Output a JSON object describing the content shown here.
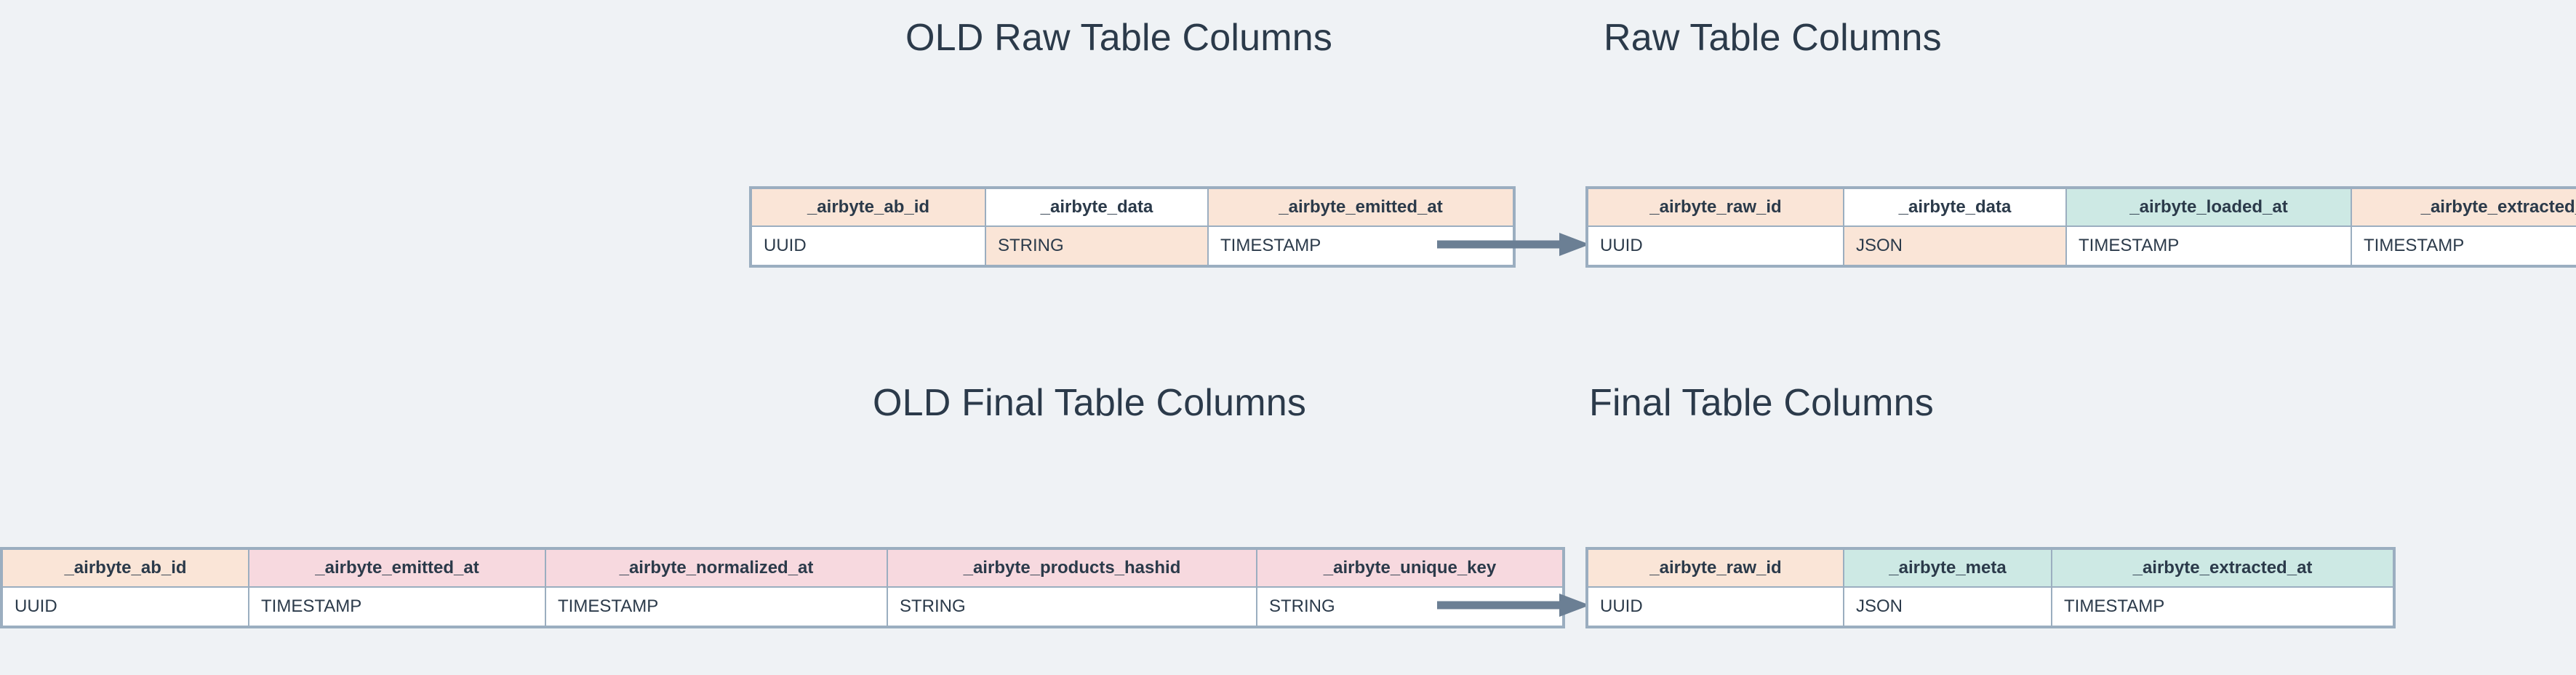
{
  "page": {
    "background_color": "#eff2f5",
    "text_color": "#2b3a4a"
  },
  "palette": {
    "peach": "#fae5d7",
    "teal": "#cde9e4",
    "pink": "#f7d9df",
    "white": "#ffffff",
    "border": "#9baec0",
    "arrow": "#6b7f94"
  },
  "sections": {
    "raw": {
      "old_title": "OLD Raw Table Columns",
      "new_title": "Raw Table Columns",
      "arrow_icon": "arrow-right-icon",
      "old_table": {
        "columns": [
          "_airbyte_ab_id",
          "_airbyte_data",
          "_airbyte_emitted_at"
        ],
        "types": [
          "UUID",
          "STRING",
          "TIMESTAMP"
        ],
        "header_colors": [
          "peach",
          "white",
          "peach"
        ],
        "type_colors": [
          "white",
          "peach",
          "white"
        ]
      },
      "new_table": {
        "columns": [
          "_airbyte_raw_id",
          "_airbyte_data",
          "_airbyte_loaded_at",
          "_airbyte_extracted_at"
        ],
        "types": [
          "UUID",
          "JSON",
          "TIMESTAMP",
          "TIMESTAMP"
        ],
        "header_colors": [
          "peach",
          "white",
          "teal",
          "peach"
        ],
        "type_colors": [
          "white",
          "peach",
          "white",
          "white"
        ]
      }
    },
    "final": {
      "old_title": "OLD Final Table Columns",
      "new_title": "Final Table Columns",
      "arrow_icon": "arrow-right-icon",
      "old_table": {
        "columns": [
          "_airbyte_ab_id",
          "_airbyte_emitted_at",
          "_airbyte_normalized_at",
          "_airbyte_products_hashid",
          "_airbyte_unique_key"
        ],
        "types": [
          "UUID",
          "TIMESTAMP",
          "TIMESTAMP",
          "STRING",
          "STRING"
        ],
        "header_colors": [
          "peach",
          "pink",
          "pink",
          "pink",
          "pink"
        ],
        "type_colors": [
          "white",
          "white",
          "white",
          "white",
          "white"
        ]
      },
      "new_table": {
        "columns": [
          "_airbyte_raw_id",
          "_airbyte_meta",
          "_airbyte_extracted_at"
        ],
        "types": [
          "UUID",
          "JSON",
          "TIMESTAMP"
        ],
        "header_colors": [
          "peach",
          "teal",
          "teal"
        ],
        "type_colors": [
          "white",
          "white",
          "white"
        ]
      }
    }
  }
}
